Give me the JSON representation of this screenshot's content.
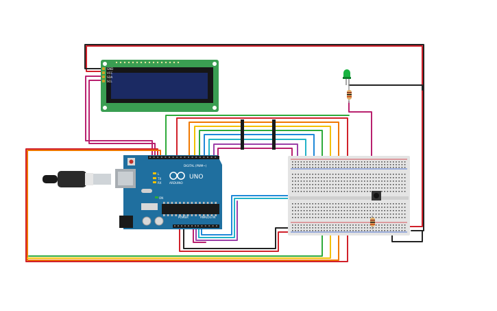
{
  "board": {
    "logo_text": "ARDUINO",
    "model_text": "UNO",
    "digital_label": "DIGITAL (PWM~)",
    "power_label": "POWER",
    "analog_label": "ANALOG IN",
    "pin_tx": "TX",
    "pin_rx": "RX",
    "pin_l": "L",
    "pin_on": "ON"
  },
  "lcd": {
    "pin_labels": [
      "GND",
      "VCC",
      "SDA",
      "SCL"
    ]
  },
  "colors": {
    "red": "#d0202a",
    "black": "#222222",
    "orange": "#f07800",
    "yellow": "#f2c000",
    "green": "#2eaa3a",
    "blue": "#1e88d8",
    "cyan": "#22b3c8",
    "purple": "#9b3fa8",
    "magenta": "#b8206e",
    "board": "#1f6f9f",
    "lcd_pcb": "#3a9e52",
    "lcd_screen": "#1b2a63",
    "breadboard": "#e4e4e4",
    "led": "#19b340"
  }
}
